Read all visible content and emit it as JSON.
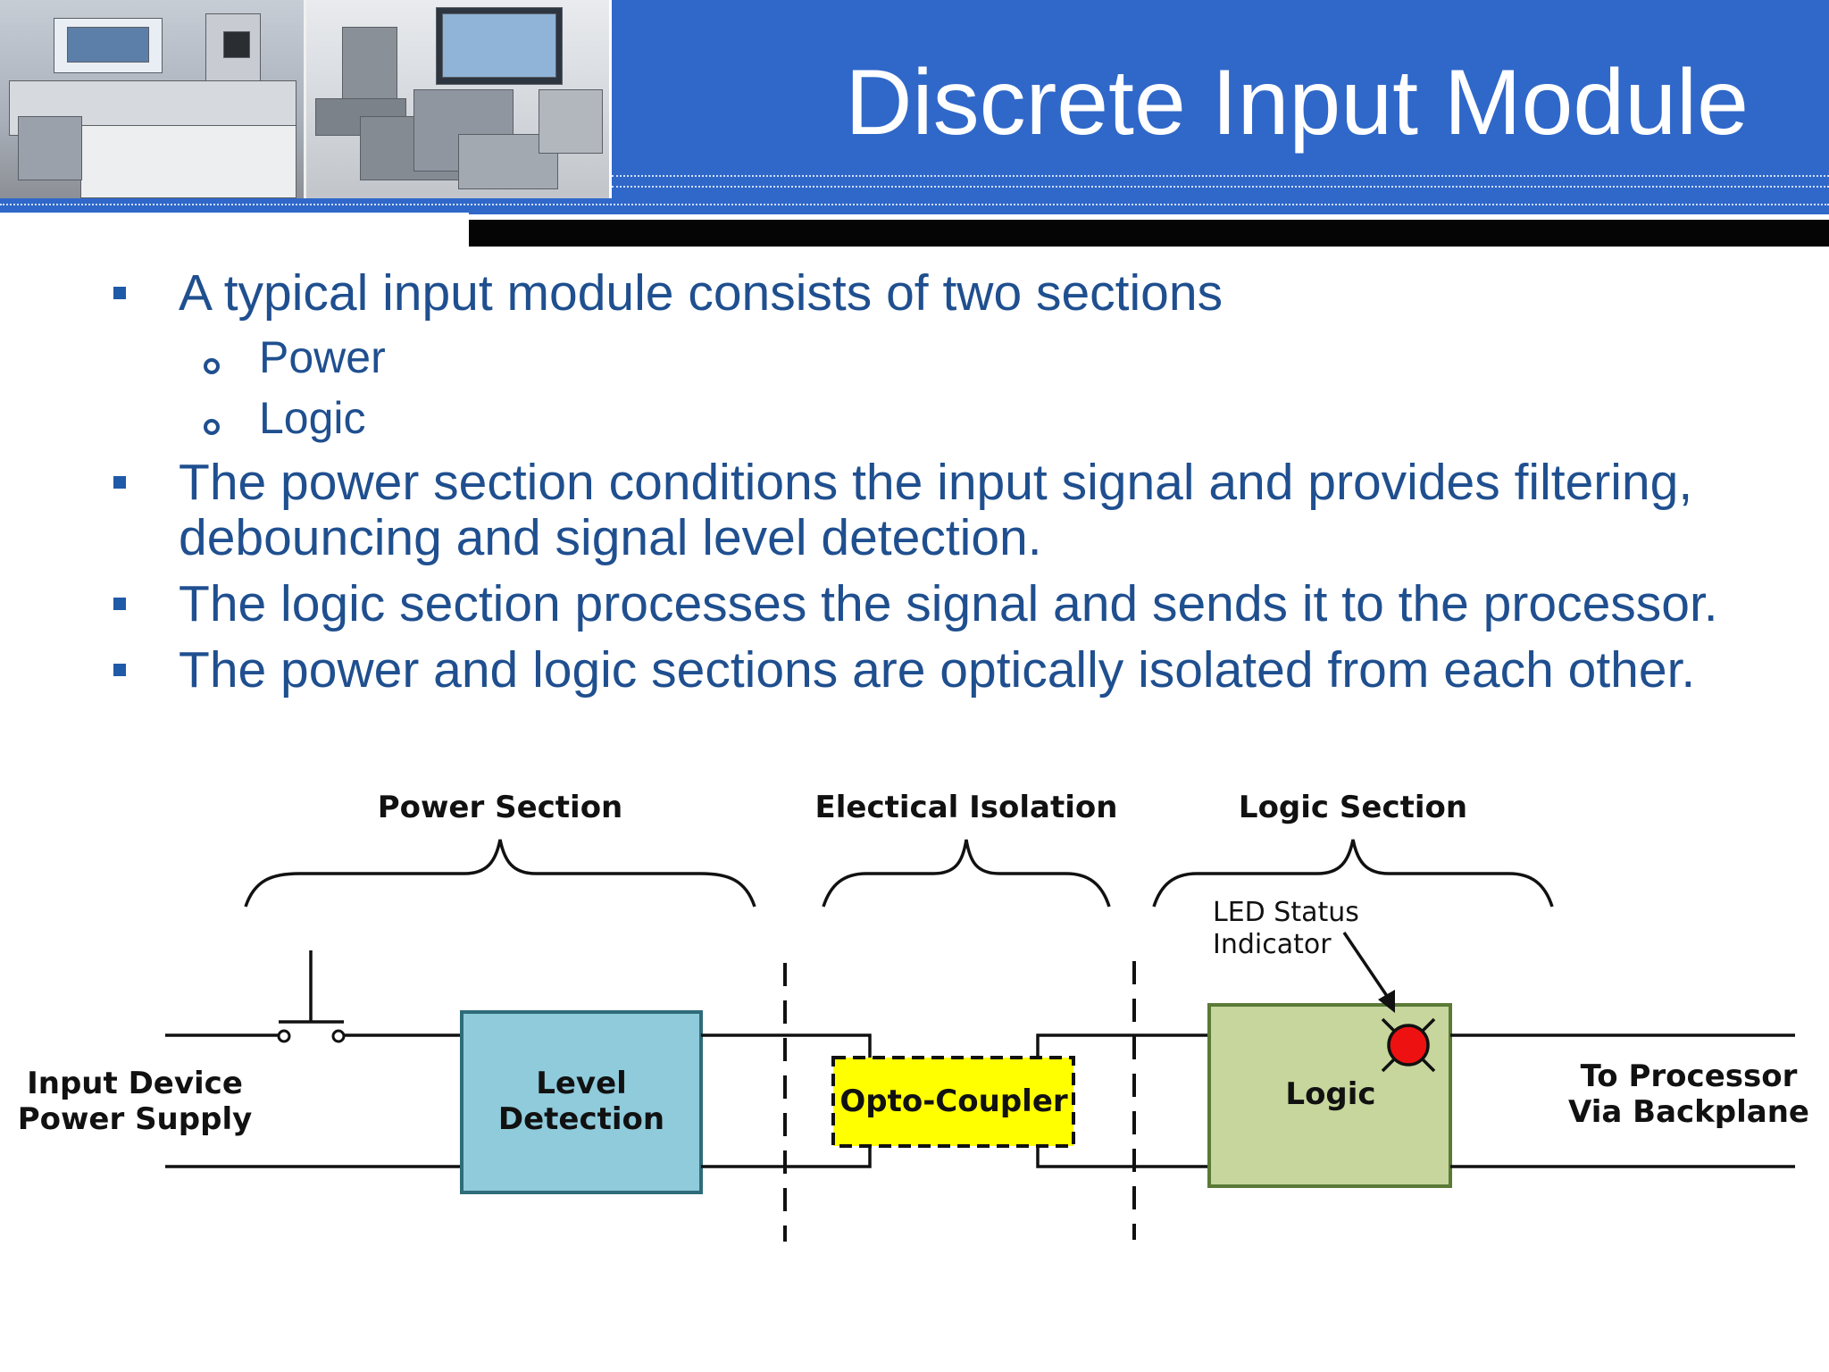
{
  "slide": {
    "title": "Discrete Input Module"
  },
  "bullets": [
    {
      "text": "A typical input module consists of two sections",
      "level": 1
    },
    {
      "text": "Power",
      "level": 2
    },
    {
      "text": "Logic",
      "level": 2
    },
    {
      "text": "The power section conditions the input signal and provides filtering,",
      "level": 1
    },
    {
      "text": "debouncing and signal level detection.",
      "level": 1,
      "continuation": true
    },
    {
      "text": "The logic section processes the signal and sends it to the processor.",
      "level": 1
    },
    {
      "text": "The power and logic sections are optically isolated from each other.",
      "level": 1
    }
  ],
  "diagram": {
    "section_power": "Power Section",
    "section_isolation": "Electical Isolation",
    "section_logic": "Logic Section",
    "input_label_1": "Input Device",
    "input_label_2": "Power Supply",
    "level_detection_1": "Level",
    "level_detection_2": "Detection",
    "opto_coupler": "Opto-Coupler",
    "logic": "Logic",
    "led_label_1": "LED Status",
    "led_label_2": "Indicator",
    "output_label_1": "To Processor",
    "output_label_2": "Via Backplane",
    "colors": {
      "level_detection_fill": "#8fcbdb",
      "opto_fill": "#ffff00",
      "logic_fill": "#c6d69c",
      "led_fill": "#ee1111"
    }
  }
}
